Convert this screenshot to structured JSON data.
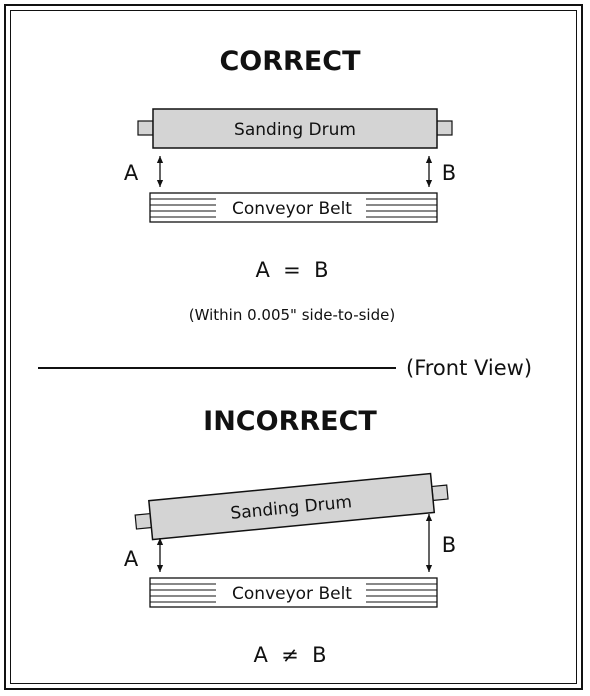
{
  "correct": {
    "heading": "CORRECT",
    "drum_label": "Sanding Drum",
    "belt_label": "Conveyor Belt",
    "gap_left": "A",
    "gap_right": "B",
    "equation": "A  =  B",
    "tolerance": "(Within 0.005\" side-to-side)"
  },
  "view_label": "(Front View)",
  "incorrect": {
    "heading": "INCORRECT",
    "drum_label": "Sanding Drum",
    "belt_label": "Conveyor Belt",
    "gap_left": "A",
    "gap_right": "B",
    "equation": "A  ≠  B"
  },
  "colors": {
    "drum_fill": "#d4d4d4",
    "stroke": "#111111"
  }
}
